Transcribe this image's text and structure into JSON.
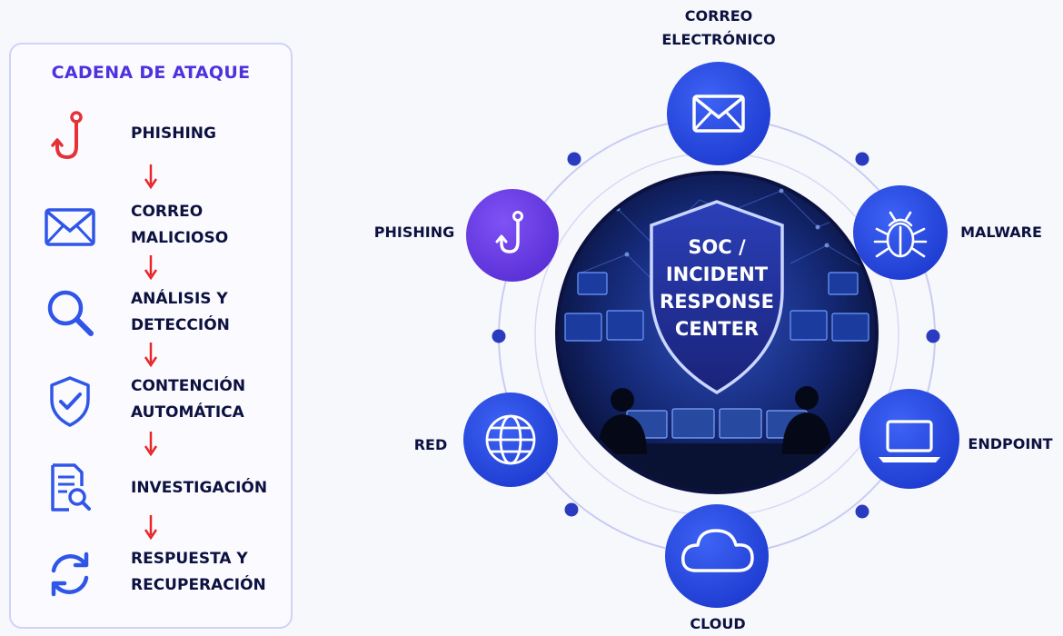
{
  "attack_chain": {
    "title": "CADENA DE ATAQUE",
    "steps": [
      {
        "label": "PHISHING",
        "icon": "fishing-hook-icon"
      },
      {
        "label": "CORREO\nMALICIOSO",
        "icon": "envelope-icon"
      },
      {
        "label": "ANÁLISIS Y\nDETECCIÓN",
        "icon": "magnifier-icon"
      },
      {
        "label": "CONTENCIÓN\nAUTOMÁTICA",
        "icon": "shield-check-icon"
      },
      {
        "label": "INVESTIGACIÓN",
        "icon": "report-search-icon"
      },
      {
        "label": "RESPUESTA Y\nRECUPERACIÓN",
        "icon": "refresh-icon"
      }
    ]
  },
  "hub": {
    "center_label": "SOC /\nINCIDENT\nRESPONSE\nCENTER",
    "nodes": [
      {
        "label": "CORREO\nELECTRÓNICO",
        "icon": "envelope-icon"
      },
      {
        "label": "MALWARE",
        "icon": "bug-icon"
      },
      {
        "label": "ENDPOINT",
        "icon": "laptop-icon"
      },
      {
        "label": "CLOUD",
        "icon": "cloud-icon"
      },
      {
        "label": "RED",
        "icon": "globe-icon"
      },
      {
        "label": "PHISHING",
        "icon": "fishing-hook-icon"
      }
    ]
  },
  "colors": {
    "accent_purple": "#4f31de",
    "node_blue": "#2848e0",
    "node_purple": "#6a3fe6",
    "arrow_red": "#e8262a",
    "icon_red": "#e53236",
    "icon_blue": "#2f56e8"
  }
}
